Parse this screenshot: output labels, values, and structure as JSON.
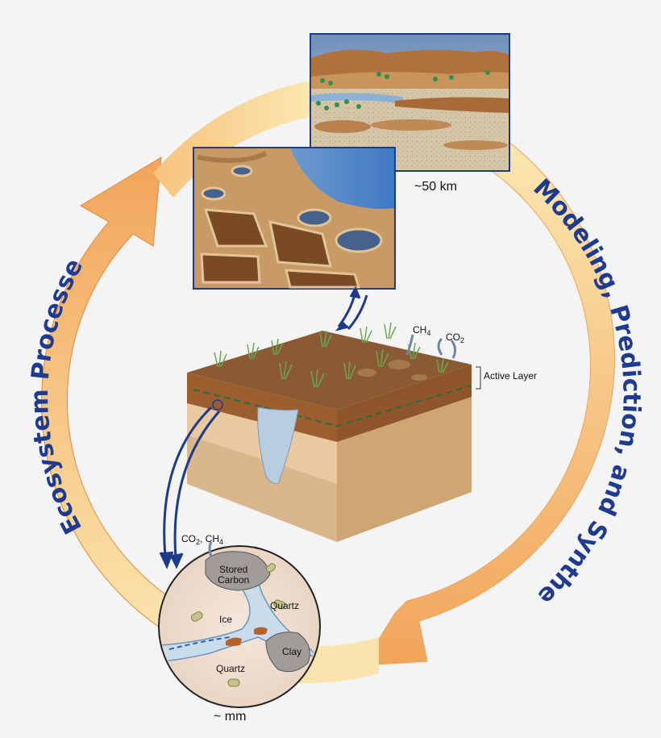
{
  "cycle_labels": {
    "left": "Ecosystem Processes",
    "right": "Modeling, Prediction, and Synthesis"
  },
  "landscape": {
    "scale": "~50 km"
  },
  "soil_block": {
    "ch4": "CH",
    "ch4_sub": "4",
    "co2": "CO",
    "co2_sub": "2",
    "active_layer": "Active Layer"
  },
  "pore": {
    "gas_label_co2": "CO",
    "gas_label_co2_sub": "2",
    "gas_label_ch4": ", CH",
    "gas_label_ch4_sub": "4",
    "stored_carbon_1": "Stored",
    "stored_carbon_2": "Carbon",
    "quartz_right": "Quartz",
    "ice": "Ice",
    "clay": "Clay",
    "quartz_bottom": "Quartz",
    "scale": "~ mm"
  },
  "colors": {
    "cycle_arrow_light": "#fbe7b0",
    "cycle_arrow_dark": "#f2a45a",
    "label_blue": "#1f3b8f",
    "connector_blue": "#1e3a8a"
  }
}
